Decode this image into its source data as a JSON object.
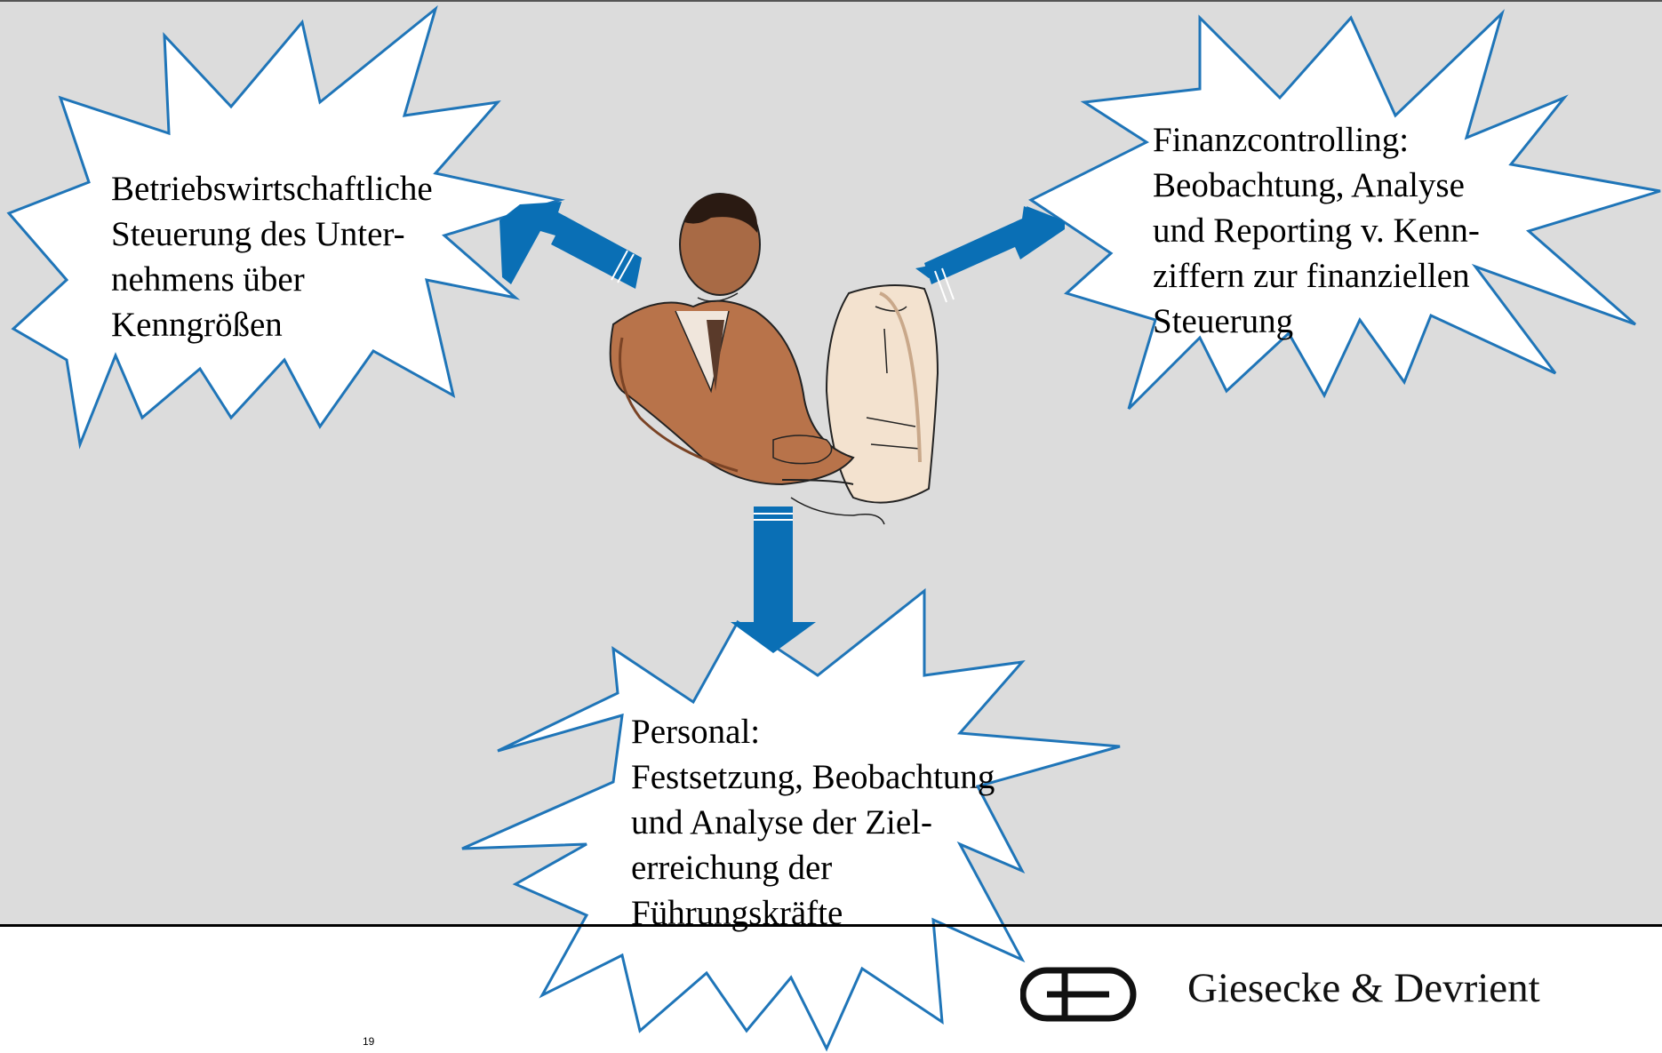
{
  "bursts": {
    "left": {
      "lines": [
        "Betriebswirtschaftliche",
        "Steuerung des Unter-",
        "nehmens über",
        "Kenngrößen"
      ]
    },
    "right": {
      "lines": [
        "Finanzcontrolling:",
        "Beobachtung, Analyse",
        "und Reporting v. Kenn-",
        "ziffern zur finanziellen",
        "Steuerung"
      ]
    },
    "bottom": {
      "lines": [
        "Personal:",
        "Festsetzung, Beobachtung",
        "und Analyse der Ziel-",
        "erreichung der",
        "Führungskräfte"
      ]
    }
  },
  "footer": {
    "page_number": "19",
    "company": "Giesecke & Devrient",
    "logo_icon": "gd-logo-icon"
  },
  "colors": {
    "background": "#dcdcdc",
    "burst_stroke": "#1f75b8",
    "arrow_fill": "#0a6fb5"
  }
}
